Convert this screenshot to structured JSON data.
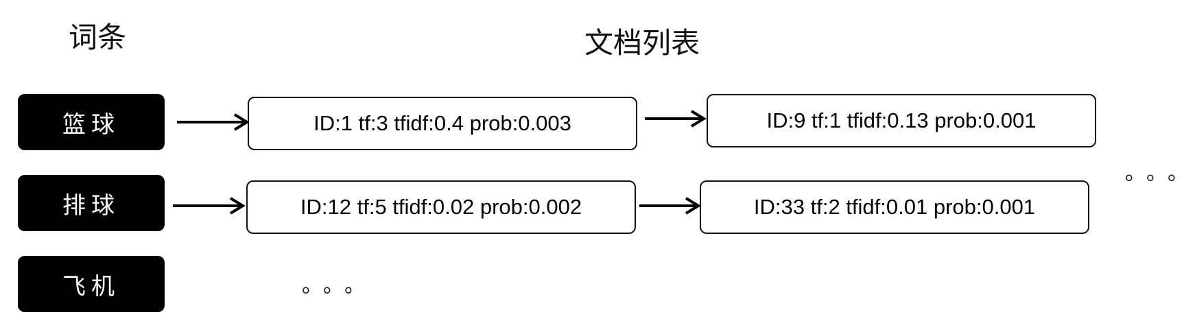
{
  "headings": {
    "terms": "词条",
    "documents": "文档列表"
  },
  "terms": [
    {
      "label": "篮球"
    },
    {
      "label": "排球"
    },
    {
      "label": "飞机"
    }
  ],
  "postings": {
    "row1": [
      {
        "text": "ID:1 tf:3 tfidf:0.4 prob:0.003"
      },
      {
        "text": "ID:9 tf:1 tfidf:0.13 prob:0.001"
      }
    ],
    "row2": [
      {
        "text": "ID:12 tf:5 tfidf:0.02 prob:0.002"
      },
      {
        "text": "ID:33 tf:2 tfidf:0.01 prob:0.001"
      }
    ]
  },
  "ellipsis": {
    "row3": "。。。",
    "right": "。。。"
  },
  "colors": {
    "term_box_bg": "#000000",
    "term_text": "#ffffff",
    "doc_border": "#111111",
    "arrow": "#000000"
  },
  "icons": {
    "arrow": "right-arrow-icon"
  }
}
